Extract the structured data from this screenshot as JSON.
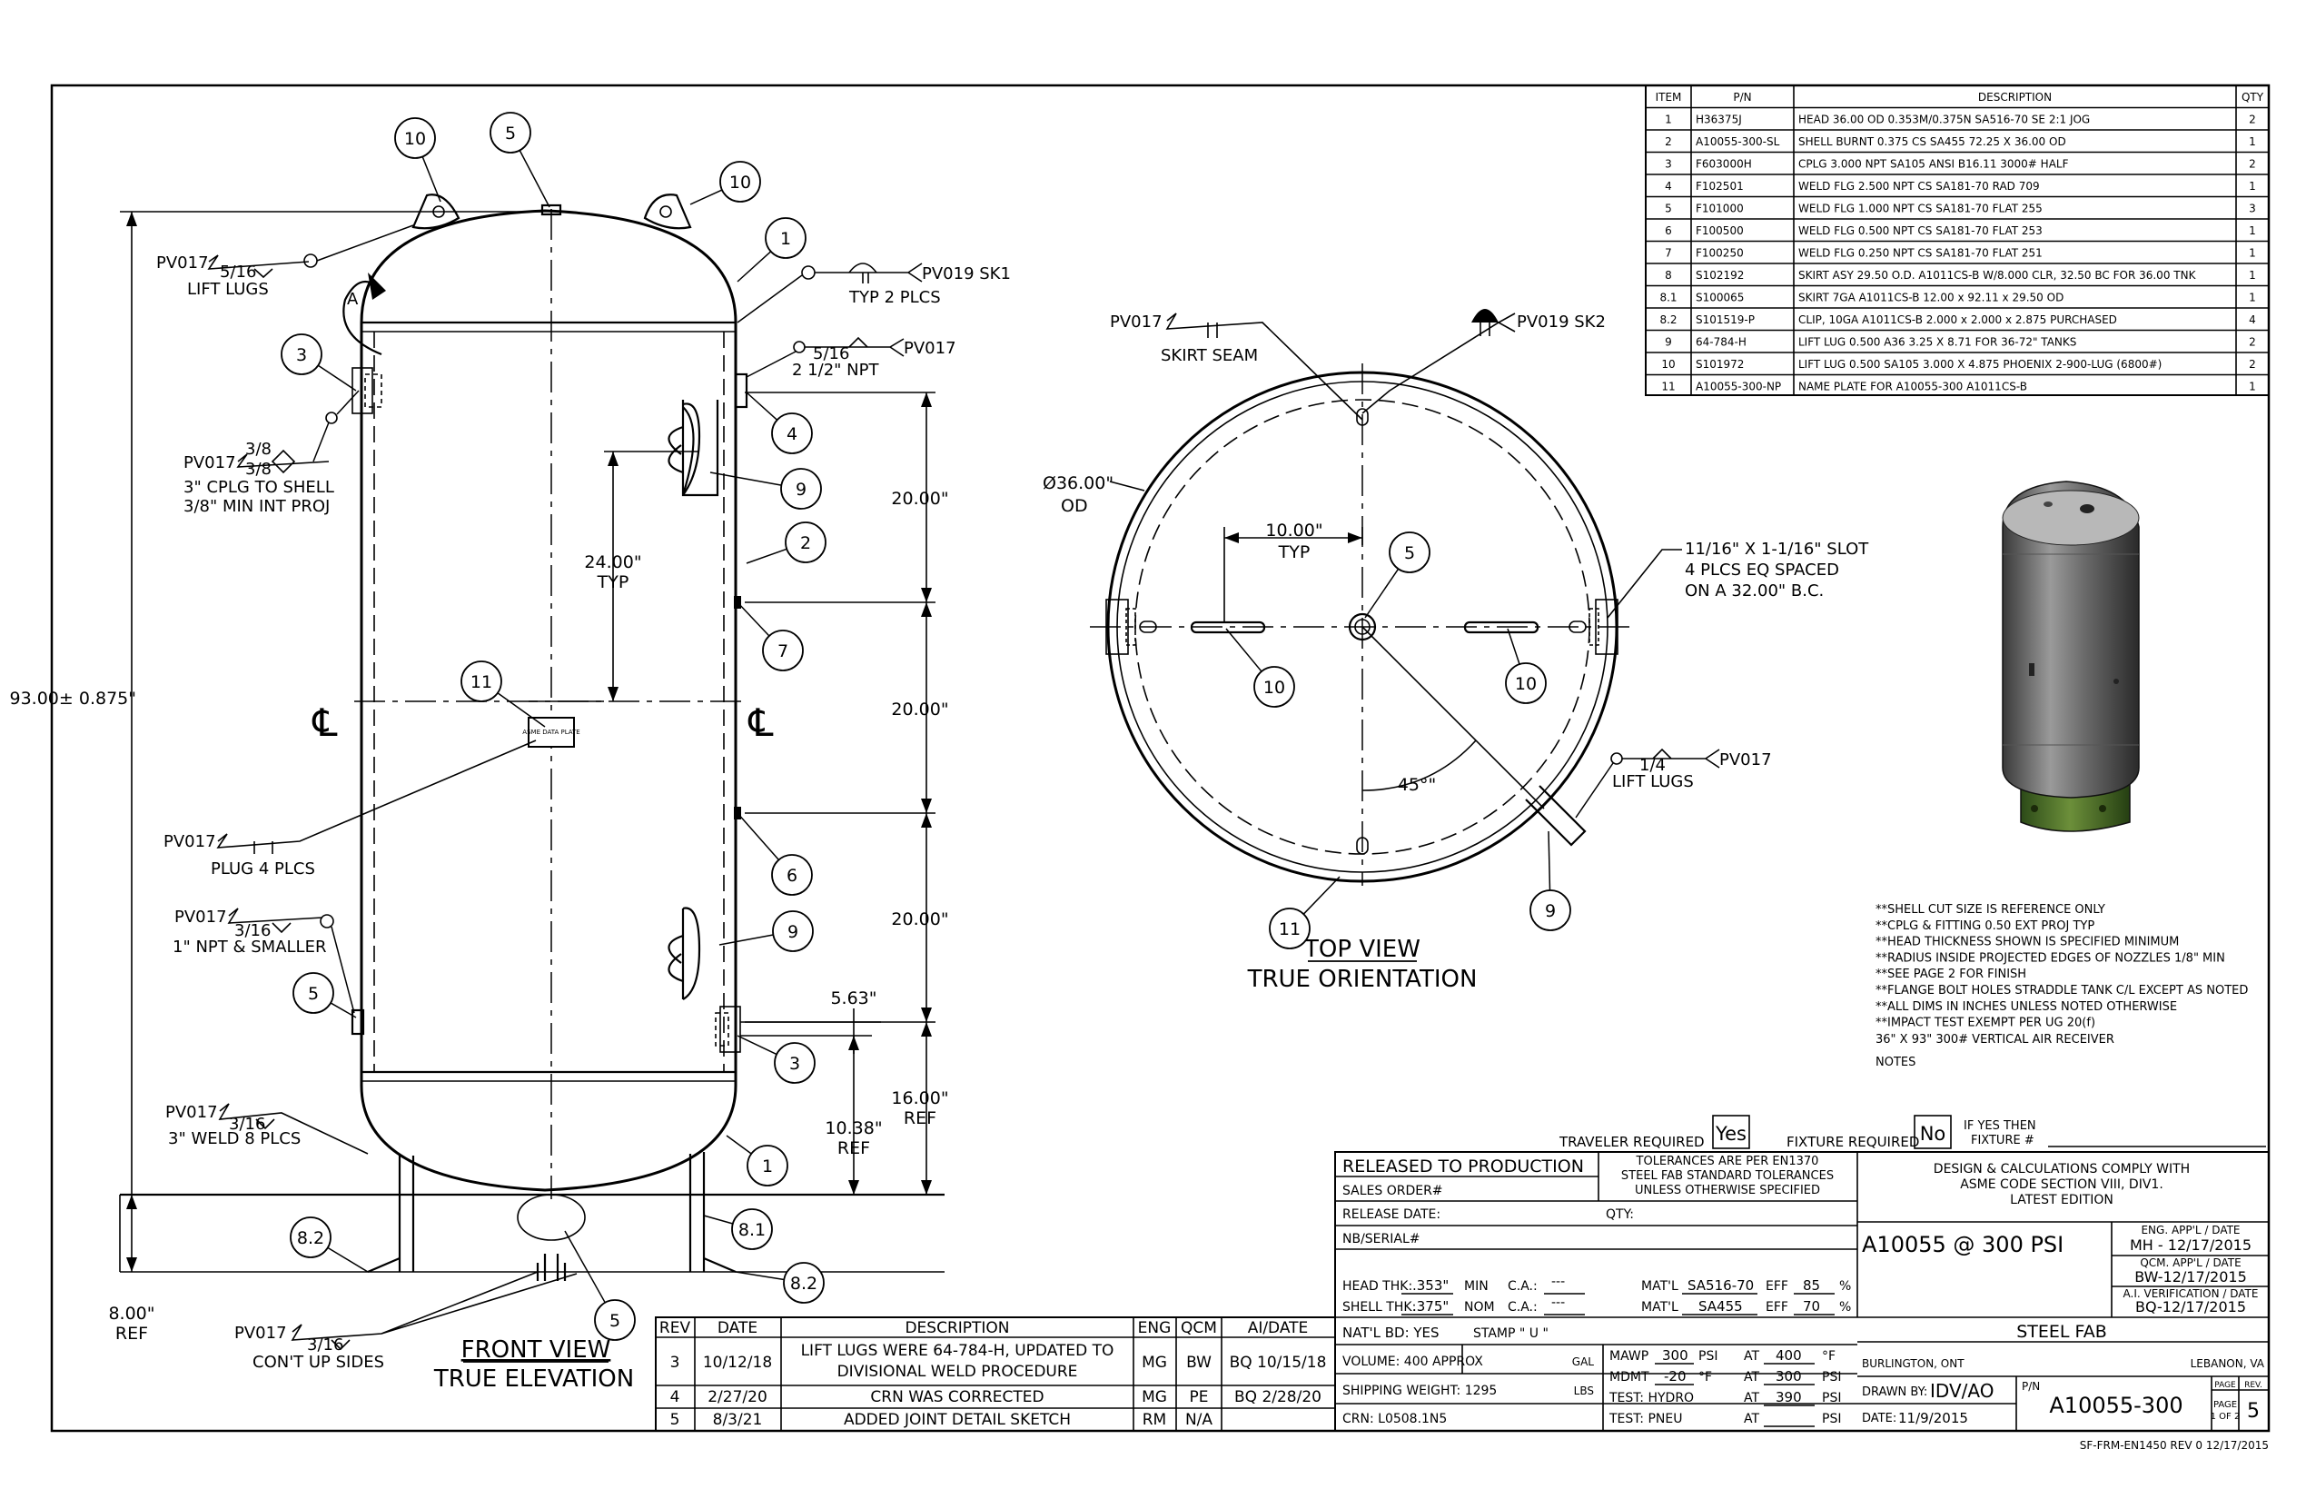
{
  "bom": {
    "headers": [
      "ITEM",
      "P/N",
      "DESCRIPTION",
      "QTY"
    ],
    "rows": [
      [
        "1",
        "H36375J",
        "HEAD 36.00 OD 0.353M/0.375N SA516-70 SE 2:1 JOG",
        "2"
      ],
      [
        "2",
        "A10055-300-SL",
        "SHELL BURNT 0.375 CS SA455 72.25 X 36.00 OD",
        "1"
      ],
      [
        "3",
        "F603000H",
        "CPLG 3.000 NPT SA105 ANSI B16.11 3000# HALF",
        "2"
      ],
      [
        "4",
        "F102501",
        "WELD FLG 2.500 NPT CS SA181-70 RAD 709",
        "1"
      ],
      [
        "5",
        "F101000",
        "WELD FLG 1.000 NPT CS SA181-70 FLAT 255",
        "3"
      ],
      [
        "6",
        "F100500",
        "WELD FLG 0.500 NPT CS SA181-70 FLAT 253",
        "1"
      ],
      [
        "7",
        "F100250",
        "WELD FLG 0.250 NPT CS SA181-70 FLAT 251",
        "1"
      ],
      [
        "8",
        "S102192",
        "SKIRT ASY 29.50 O.D. A1011CS-B W/8.000 CLR, 32.50 BC FOR 36.00 TNK",
        "1"
      ],
      [
        "8.1",
        "S100065",
        "SKIRT 7GA A1011CS-B 12.00 x 92.11 x 29.50 OD",
        "1"
      ],
      [
        "8.2",
        "S101519-P",
        "CLIP, 10GA A1011CS-B 2.000 x 2.000 x 2.875 PURCHASED",
        "4"
      ],
      [
        "9",
        "64-784-H",
        "LIFT LUG 0.500 A36 3.25 X 8.71 FOR 36-72\" TANKS",
        "2"
      ],
      [
        "10",
        "S101972",
        "LIFT LUG 0.500 SA105 3.000 X 4.875 PHOENIX 2-900-LUG (6800#)",
        "2"
      ],
      [
        "11",
        "A10055-300-NP",
        "NAME PLATE FOR A10055-300 A1011CS-B",
        "1"
      ]
    ]
  },
  "front_view": {
    "title": "FRONT VIEW",
    "subtitle": "TRUE ELEVATION",
    "dims": {
      "overall": "93.00± 0.875\"",
      "skirt": "8.00\"",
      "skirt_ref": "REF",
      "lug_spacing": "24.00\"",
      "lug_typ": "TYP",
      "nozzle_1": "20.00\"",
      "nozzle_2": "20.00\"",
      "nozzle_3": "20.00\"",
      "offset": "5.63\"",
      "low_1": "10.38\"",
      "low_1_ref": "REF",
      "low_2": "16.00\"",
      "low_2_ref": "REF"
    },
    "notes": {
      "lift_code": "PV017",
      "lift_size": "5/16",
      "lift_text": "LIFT LUGS",
      "sk1_code": "PV019 SK1",
      "sk1_text": "TYP 2 PLCS",
      "npt_code": "PV017",
      "npt_size": "5/16",
      "npt_text": "2 1/2\" NPT",
      "cplg_code": "PV017",
      "cplg_size_a": "3/8",
      "cplg_size_b": "3/8",
      "cplg_text_1": "3\" CPLG TO SHELL",
      "cplg_text_2": "3/8\" MIN INT PROJ",
      "plug_code": "PV017",
      "plug_text": "PLUG 4 PLCS",
      "small_code": "PV017",
      "small_size": "3/16",
      "small_text": "1\" NPT & SMALLER",
      "weld_code": "PV017",
      "weld_size": "3/16",
      "weld_text": "3\" WELD 8 PLCS",
      "cont_code": "PV017",
      "cont_size": "3/16",
      "cont_text": "CON'T UP SIDES",
      "section_label": "A",
      "centerline": "℄",
      "plate_text": "ASME DATA PLATE"
    }
  },
  "top_view": {
    "title": "TOP VIEW",
    "subtitle": "TRUE ORIENTATION",
    "skirt_code": "PV017",
    "skirt_text": "SKIRT SEAM",
    "sk2_code": "PV019 SK2",
    "od": "Ø36.00\"",
    "od_text": "OD",
    "typ_dim": "10.00\"",
    "typ_text": "TYP",
    "slot_1": "11/16\" X 1-1/16\" SLOT",
    "slot_2": "4 PLCS EQ SPACED",
    "slot_3": "ON A 32.00\" B.C.",
    "angle": "45°\"",
    "lug_code": "PV017",
    "lug_size": "1/4",
    "lug_text": "LIFT LUGS"
  },
  "notes": {
    "lines": [
      "**SHELL CUT SIZE IS REFERENCE ONLY",
      "**CPLG & FITTING 0.50 EXT PROJ TYP",
      "**HEAD THICKNESS SHOWN IS SPECIFIED MINIMUM",
      "**RADIUS INSIDE PROJECTED EDGES OF NOZZLES 1/8\" MIN",
      "**SEE PAGE 2 FOR FINISH",
      "**FLANGE BOLT HOLES STRADDLE TANK C/L EXCEPT AS NOTED",
      "**ALL DIMS IN INCHES UNLESS NOTED OTHERWISE",
      "**IMPACT TEST EXEMPT PER UG 20(f)"
    ],
    "spec": "36\" X 93\" 300# VERTICAL AIR RECEIVER",
    "label": "NOTES"
  },
  "traveler": {
    "label": "TRAVELER REQUIRED",
    "value": "Yes",
    "fixture_label": "FIXTURE REQUIRED",
    "fixture_value": "No",
    "if_yes_1": "IF YES THEN",
    "if_yes_2": "FIXTURE #"
  },
  "title_block": {
    "released": "RELEASED TO PRODUCTION",
    "sales_order": "SALES ORDER#",
    "release_date": "RELEASE DATE:",
    "nb_serial": "NB/SERIAL#",
    "tol_1": "TOLERANCES ARE PER EN1370",
    "tol_2": "STEEL FAB STANDARD TOLERANCES",
    "tol_3": "UNLESS OTHERWISE SPECIFIED",
    "qty": "QTY:",
    "asme_1": "DESIGN & CALCULATIONS COMPLY WITH",
    "asme_2": "ASME CODE SECTION VIII, DIV1.",
    "asme_3": "LATEST EDITION",
    "model": "A10055 @ 300 PSI",
    "eng_label": "ENG. APP'L / DATE",
    "eng_value": "MH - 12/17/2015",
    "qcm_label": "QCM. APP'L / DATE",
    "qcm_value": "BW-12/17/2015",
    "ai_label": "A.I. VERIFICATION / DATE",
    "ai_value": "BQ-12/17/2015",
    "head_thk_label": "HEAD THK:",
    "head_thk": ".353\"",
    "min": "MIN",
    "ca_label": "C.A.:",
    "ca": "---",
    "matl_label": "MAT'L",
    "head_matl": "SA516-70",
    "eff_label": "EFF",
    "head_eff": "85",
    "pct": "%",
    "shell_thk_label": "SHELL THK:",
    "shell_thk": ".375\"",
    "nom": "NOM",
    "shell_matl": "SA455",
    "shell_eff": "70",
    "company": "STEEL FAB",
    "city_left": "BURLINGTON, ONT",
    "city_right": "LEBANON, VA",
    "natl_bd": "NAT'L BD: YES",
    "stamp": "STAMP \"  U  \"",
    "volume": "VOLUME:  400 APPROX",
    "gal": "GAL",
    "shipping": "SHIPPING WEIGHT:  1295",
    "lbs": "LBS",
    "crn": "CRN:  L0508.1N5",
    "mawp_label": "MAWP",
    "mawp": "300",
    "mdmt_label": "MDMT",
    "mdmt": "-20",
    "psi": "PSI",
    "f": "°F",
    "at": "AT",
    "mawp_at": "400",
    "mdmt_at": "300",
    "hydro_label": "TEST:  HYDRO",
    "hydro_at": "390",
    "pneu_label": "TEST:  PNEU",
    "drawn_label": "DRAWN BY:",
    "drawn": "IDV/AO",
    "pn_label": "P/N",
    "pn": "A10055-300",
    "date_label": "DATE:",
    "date": "11/9/2015",
    "page_label": "PAGE",
    "page_of": "1 OF 2",
    "rev_label": "REV.",
    "rev": "5",
    "form": "SF-FRM-EN1450  REV 0 12/17/2015"
  },
  "revisions": {
    "headers": [
      "REV",
      "DATE",
      "DESCRIPTION",
      "ENG",
      "QCM",
      "AI/DATE"
    ],
    "rows": [
      [
        "3",
        "10/12/18",
        "LIFT LUGS WERE 64-784-H, UPDATED TO",
        "DIVISIONAL WELD PROCEDURE",
        "MG",
        "BW",
        "BQ 10/15/18"
      ],
      [
        "4",
        "2/27/20",
        "CRN WAS CORRECTED",
        "",
        "MG",
        "PE",
        "BQ 2/28/20"
      ],
      [
        "5",
        "8/3/21",
        "ADDED JOINT DETAIL SKETCH",
        "",
        "RM",
        "N/A",
        ""
      ]
    ]
  },
  "balloons": [
    "10",
    "5",
    "10",
    "1",
    "3",
    "4",
    "9",
    "2",
    "7",
    "11",
    "6",
    "9",
    "5",
    "3",
    "1",
    "8.2",
    "8.1",
    "8.2",
    "5",
    "10",
    "10",
    "5",
    "11",
    "9"
  ]
}
